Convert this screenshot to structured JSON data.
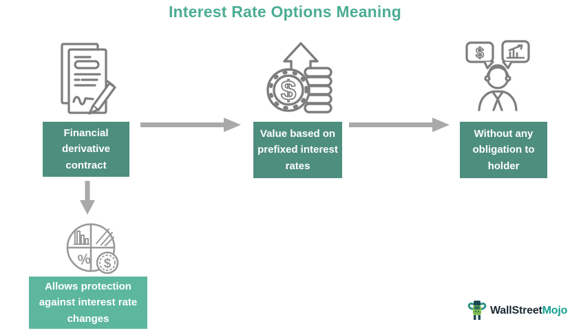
{
  "title": "Interest Rate Options Meaning",
  "colors": {
    "title_teal": "#4BAD93",
    "box_teal": "#4E8E7F",
    "box_light_teal": "#5CB79E",
    "arrow_gray": "#A9A9A9",
    "icon_gray": "#7D7D7D",
    "pie_icon_gray": "#999999",
    "logo_dark": "#1B2A33",
    "logo_teal": "#12A18E"
  },
  "flow": {
    "step1": {
      "label": "Financial derivative contract",
      "icon": "contract-signing-icon"
    },
    "step2": {
      "label": "Value based on prefixed interest rates",
      "icon": "coins-growth-icon"
    },
    "step3": {
      "label": "Without any obligation to holder",
      "icon": "advisor-speech-bubbles-icon"
    },
    "branch": {
      "label": "Allows protection against interest rate changes",
      "icon": "pie-chart-analysis-icon"
    }
  },
  "connections": [
    "step1 -> step2",
    "step2 -> step3",
    "step1 -> branch"
  ],
  "icon_symbols": {
    "dollar": "$",
    "percent": "%"
  },
  "logo": {
    "brand_part1": "WallStreet",
    "brand_part2": "Mojo"
  }
}
